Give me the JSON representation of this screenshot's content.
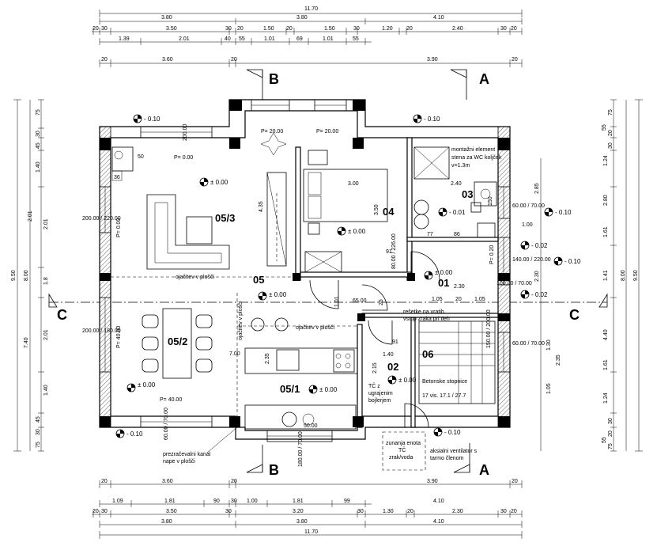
{
  "dimensions": {
    "top_total": "11.70",
    "top_row2": [
      "3.80",
      "3.80",
      "4.10"
    ],
    "top_row3": [
      "20",
      "30",
      "3.50",
      "30",
      "20",
      "1.50",
      "20",
      "1.50",
      "30",
      "1.20",
      "20",
      "2.40",
      "30",
      "20"
    ],
    "top_row4": [
      "1.39",
      "2.01",
      "40",
      "55",
      "1.01",
      "69",
      "1.01",
      "55"
    ],
    "top_row5": [
      "20",
      "3.60",
      "20",
      "3.90",
      "20"
    ],
    "bottom_row1": [
      "20",
      "3.60",
      "20",
      "3.90",
      "20"
    ],
    "bottom_row2": [
      "1.09",
      "1.81",
      "90",
      "30",
      "1.00",
      "1.81",
      "99"
    ],
    "bottom_row3": [
      "20",
      "30",
      "3.50",
      "30",
      "3.20",
      "30",
      "1.30",
      "20",
      "2.30",
      "30",
      "20"
    ],
    "bottom_row4": [
      "3.80",
      "3.80",
      "4.10"
    ],
    "bottom_total": "11.70",
    "left_total": "9.50",
    "left_outer": [
      "75",
      "30",
      "45",
      "1.40",
      "2.01",
      "1.8",
      "2.01",
      "1.40",
      "45",
      "30",
      "75"
    ],
    "left_mid": [
      "8.00",
      "7.40"
    ],
    "right_total": "9.50",
    "right_outer": [
      "75",
      "55",
      "20",
      "30",
      "1.24",
      "2.80",
      "1.61",
      "1.41",
      "4.40",
      "1.61",
      "1.24",
      "30",
      "20",
      "55",
      "75"
    ],
    "right_mid": [
      "8.00",
      "2.85",
      "2.30",
      "1.30",
      "1.05",
      "2.35"
    ]
  },
  "sections": {
    "a": "A",
    "b": "B",
    "c": "C"
  },
  "levels": {
    "outside_top_left": "- 0.10",
    "outside_top_right": "- 0.10",
    "outside_right_1": "- 0.10",
    "outside_right_2": "- 0.02",
    "outside_right_3": "- 0.10",
    "outside_right_4": "- 0.02",
    "outside_bottom_left": "- 0.10",
    "outside_bottom_right": "- 0.10",
    "r053": "± 0.00",
    "r04": "± 0.00",
    "r03": "- 0.01",
    "r01": "± 0.00",
    "r05": "± 0.00",
    "r052": "± 0.00",
    "r051": "± 0.00",
    "r02": "± 0.00"
  },
  "rooms": {
    "r053": "05/3",
    "r04": "04",
    "r03": "03",
    "r01": "01",
    "r05": "05",
    "r052": "05/2",
    "r051": "05/1",
    "r02": "02",
    "r06": "06"
  },
  "labels": {
    "p_000": "P= 0.00",
    "p_2000a": "P= 20.00",
    "p_2000b": "P= 20.00",
    "p_000_left": "P= 0.00",
    "p_4000_left": "P= 40.00",
    "p_4000_bottom": "P= 40.00",
    "p_020": "P= 0.20",
    "wc_element": "montažni element",
    "wc_element2": "stena za WC koljček",
    "wc_element3": "v=1.3m",
    "ojacitev1": "ojačitev v plošči",
    "ojacitev2": "ojačitev v plošči",
    "ojacitev3": "ojačitev v plošči",
    "resetke": "rešetke na vratih",
    "resetke2": "vstop zraka pri tleh",
    "tc1": "TČ z",
    "tc2": "ugrajenim",
    "tc3": "bojlerjem",
    "betonske": "Betonske stopnice",
    "steps": "17 vis.    17.1 / 27.7",
    "kanal1": "prezračevalni kanal",
    "kanal2": "nape v plošči",
    "enota1": "zunanja enota",
    "enota2": "TČ",
    "enota3": "zrak/voda",
    "ventilator1": "aksialni ventilator s",
    "ventilator2": "tarmo členom",
    "d_435": "4.35",
    "d_300": "3.00",
    "d_350": "3.50",
    "d_240": "2.40",
    "d_100": "1.00",
    "d_86": "86",
    "d_91a": "91",
    "d_91b": "91",
    "d_230": "2.30",
    "d_105a": "1.05",
    "d_20": "20",
    "d_105b": "1.05",
    "d_140": "1.40",
    "d_215": "2.15",
    "d_700": "7.00",
    "d_235": "2.35",
    "d_2000_220": "200.00 / 220.00",
    "d_2000_180": "200.00 / 180.00",
    "d_8000_226": "80.00 / 226.00",
    "d_6000_7000a": "60.00 / 70.00",
    "d_6000_7000b": "60.00 / 70.00",
    "d_6000_7000c": "60.00 / 70.00",
    "d_14000_22000": "140.00 / 220.00",
    "d_10000_7000": "100.00 / 70.00",
    "d_15000_20000": "150.00 / 200.00",
    "d_18000_7000": "180.00 / 70.00",
    "d_5000": "50.00",
    "d_20000_a": "200.00",
    "d_201": "2.01",
    "d_36": "36",
    "d_50": "50",
    "d_77": "77",
    "d_150": "150",
    "d_101": "1.01",
    "d_65": "65.00",
    "d_25": "25"
  }
}
